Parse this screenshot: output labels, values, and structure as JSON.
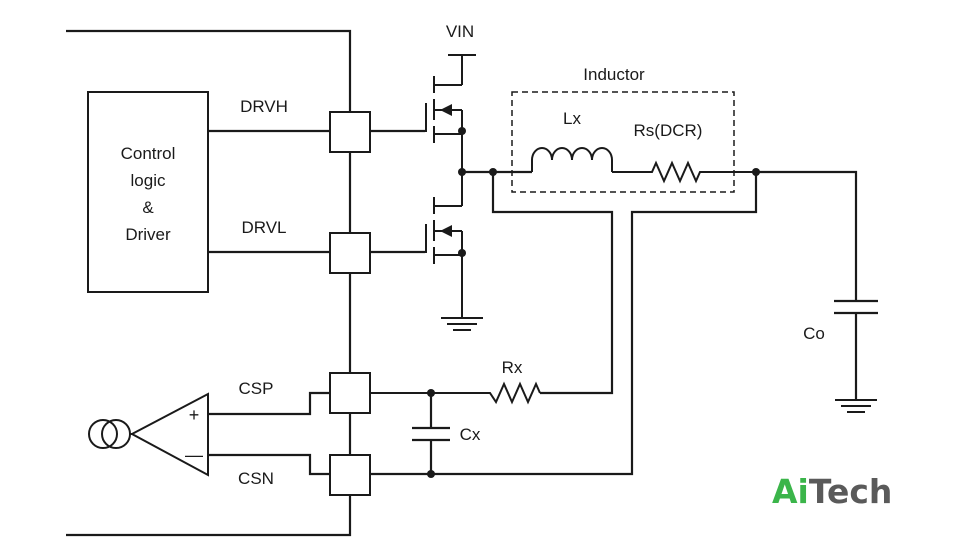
{
  "labels": {
    "vin": "VIN",
    "inductor": "Inductor",
    "lx": "Lx",
    "rs_dcr": "Rs(DCR)",
    "drvh": "DRVH",
    "drvl": "DRVL",
    "control_line1": "Control",
    "control_line2": "logic",
    "control_line3": "&",
    "control_line4": "Driver",
    "co": "Co",
    "rx": "Rx",
    "cx": "Cx",
    "csp": "CSP",
    "csn": "CSN",
    "plus": "+",
    "minus": "—"
  },
  "brand": {
    "part1": "Ai",
    "part2": "Tech",
    "color1": "#3bb54a",
    "color2": "#5a5a5a"
  }
}
